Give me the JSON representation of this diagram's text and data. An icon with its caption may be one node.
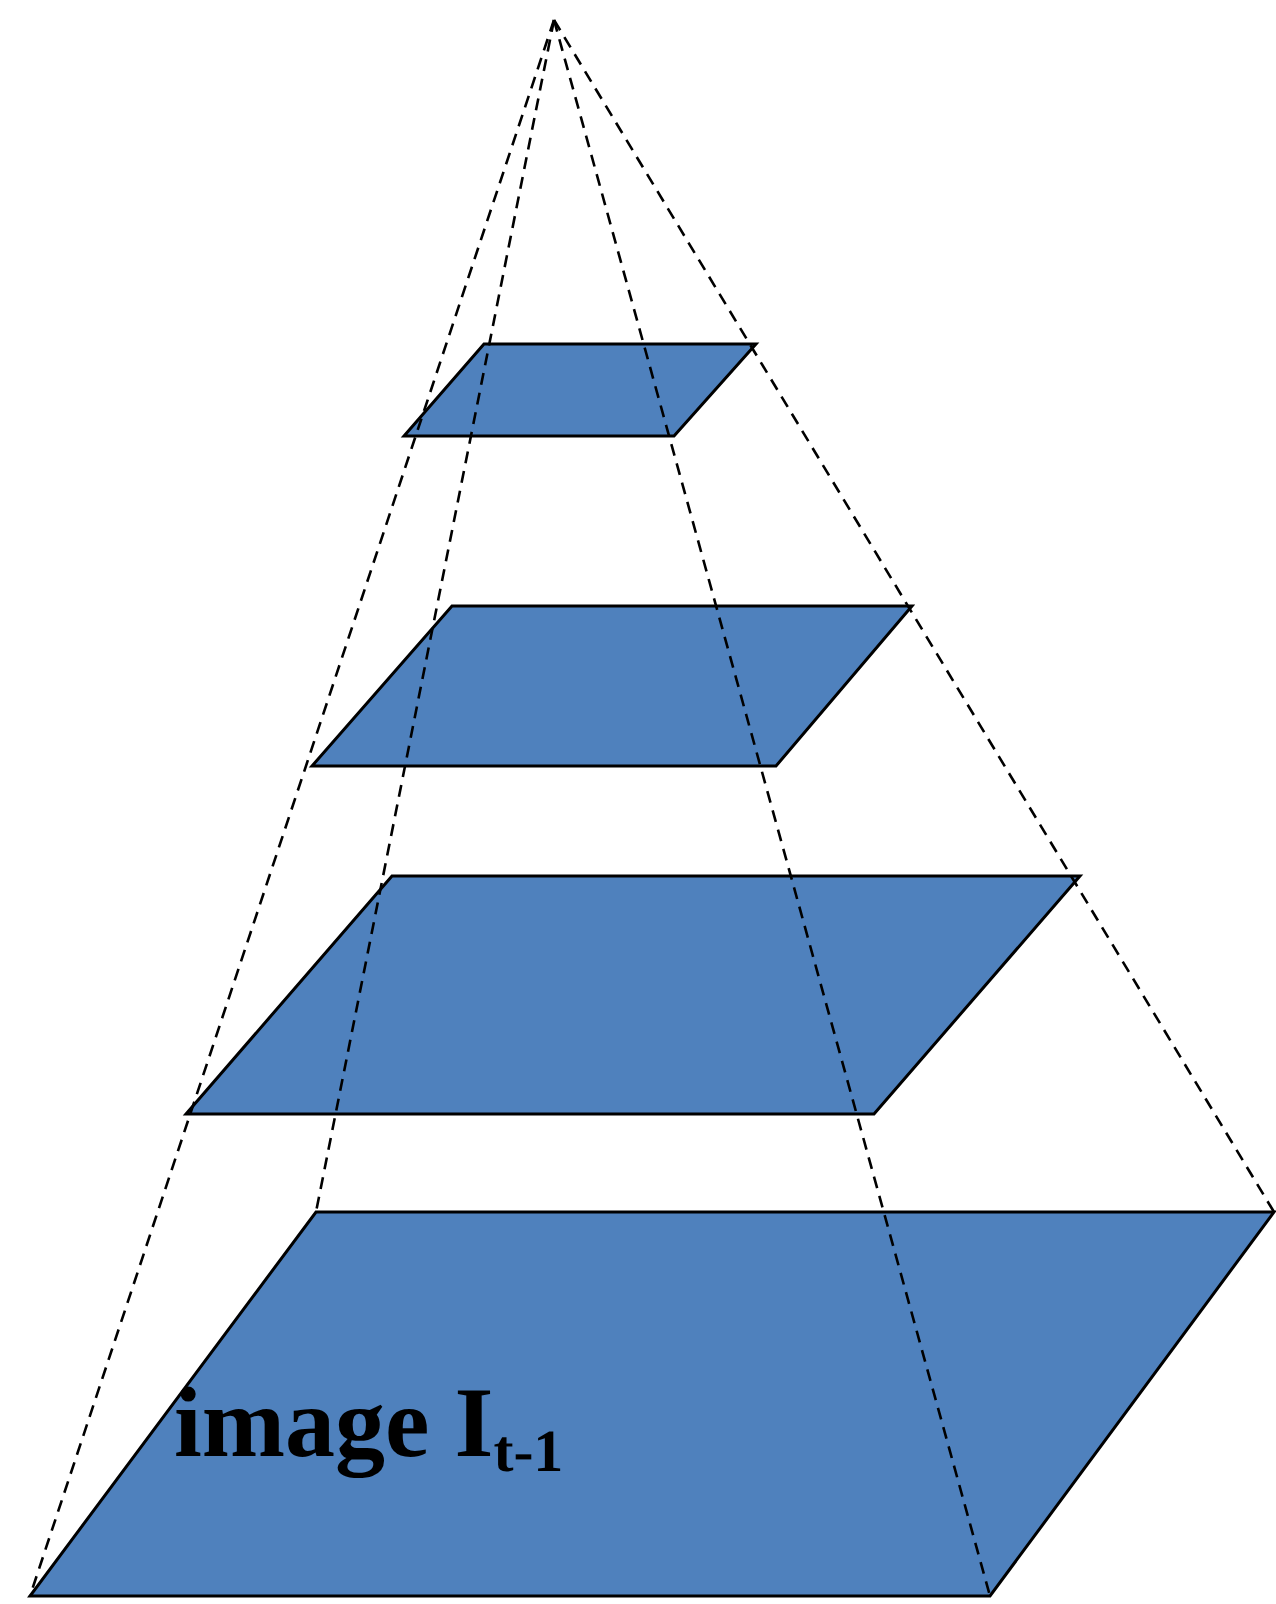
{
  "diagram": {
    "nodes": [
      {
        "text": [],
        "shape": "parallelogram"
      },
      {
        "text": [],
        "shape": "parallelogram"
      },
      {
        "text": [],
        "shape": "parallelogram"
      },
      {
        "text": [
          "image I$_{t-1}$"
        ]
      }
    ]
  }
}
